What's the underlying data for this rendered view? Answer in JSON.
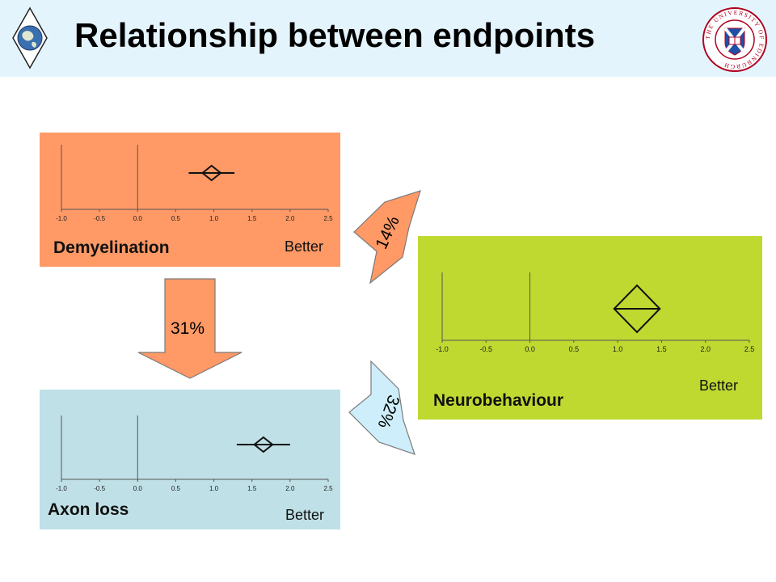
{
  "header": {
    "title": "Relationship between endpoints",
    "left_logo_icon": "globe-compass-icon",
    "right_logo_icon": "university-of-edinburgh-crest-icon",
    "right_logo_text": "THE UNIVERSITY OF EDINBURGH"
  },
  "colors": {
    "header_bg": "#e4f4fc",
    "demyelination_bg": "#ff9966",
    "axon_bg": "#bfe0e6",
    "neuro_bg": "#bfd930",
    "arrow_orange": "#ff9966",
    "arrow_blue": "#cdeefa"
  },
  "chart_data": [
    {
      "type": "scatter",
      "panel": "Demyelination",
      "xlabel": "Better",
      "ticks": [
        "-1.0",
        "-0.5",
        "0.0",
        "0.5",
        "1.0",
        "1.5",
        "2.0",
        "2.5"
      ],
      "xlim": [
        -1.0,
        2.5
      ],
      "estimate": 0.97,
      "ci": [
        0.67,
        1.27
      ],
      "diamond_half_width": 0.12
    },
    {
      "type": "scatter",
      "panel": "Axon loss",
      "xlabel": "Better",
      "ticks": [
        "-1.0",
        "-0.5",
        "0.0",
        "0.5",
        "1.0",
        "1.5",
        "2.0",
        "2.5"
      ],
      "xlim": [
        -1.0,
        2.5
      ],
      "estimate": 1.65,
      "ci": [
        1.3,
        2.0
      ],
      "diamond_half_width": 0.12
    },
    {
      "type": "scatter",
      "panel": "Neurobehaviour",
      "xlabel": "Better",
      "ticks": [
        "-1.0",
        "-0.5",
        "0.0",
        "0.5",
        "1.0",
        "1.5",
        "2.0",
        "2.5"
      ],
      "xlim": [
        -1.0,
        2.5
      ],
      "estimate": 1.22,
      "ci": [
        0.96,
        1.48
      ],
      "diamond_half_width": 0.26
    }
  ],
  "arrows": {
    "demyelination_to_axon": "31%",
    "demyelination_to_neuro": "14%",
    "axon_to_neuro": "32%"
  }
}
